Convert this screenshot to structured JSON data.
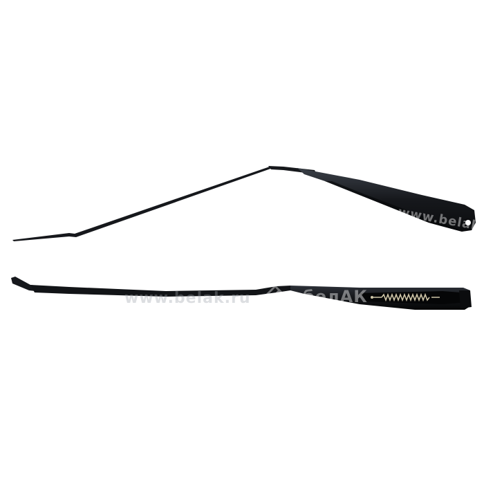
{
  "image": {
    "subject": "wiper arm",
    "view_top": "wiper arm side view",
    "view_bottom": "wiper arm top view"
  },
  "watermarks": {
    "top_arm": "www.belak",
    "bottom_arm_left": "www.belak.ru",
    "bottom_arm_right": "белАК"
  },
  "colors": {
    "background": "#ffffff",
    "arm": "#16181c",
    "arm_highlight": "#3a3f47",
    "spring": "#cfc6a8"
  }
}
